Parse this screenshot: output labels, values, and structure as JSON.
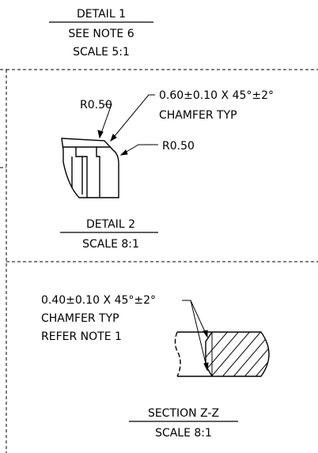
{
  "detail1": {
    "title": "DETAIL 1",
    "note": "SEE NOTE 6",
    "scale": "SCALE 5:1"
  },
  "detail2": {
    "radius_left": "R0.50",
    "chamfer_spec": "0.60±0.10 X 45°±2°",
    "chamfer_typ": "CHAMFER TYP",
    "radius_right": "R0.50",
    "title": "DETAIL 2",
    "scale": "SCALE 8:1"
  },
  "section_zz": {
    "chamfer_spec": "0.40±0.10 X 45°±2°",
    "chamfer_typ": "CHAMFER TYP",
    "refer_note": "REFER NOTE 1",
    "title": "SECTION Z-Z",
    "scale": "SCALE 8:1"
  }
}
